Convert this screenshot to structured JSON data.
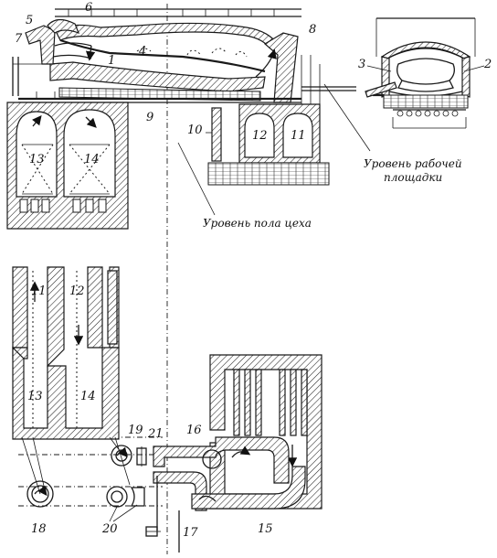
{
  "labels": {
    "n1": "1",
    "n2": "2",
    "n3": "3",
    "n4": "4",
    "n5": "5",
    "n6": "6",
    "n7": "7",
    "n8": "8",
    "n9": "9",
    "n10": "10",
    "n11": "11",
    "n12": "12",
    "n13": "13",
    "n14": "14",
    "p11": "11",
    "p12": "12",
    "p13": "13",
    "p14": "14",
    "n15": "15",
    "n16": "16",
    "n17": "17",
    "n18": "18",
    "n19": "19",
    "n20": "20",
    "n21": "21"
  },
  "captions": {
    "work_platform_line1": "Уровень рабочей",
    "work_platform_line2": "площадки",
    "shop_floor": "Уровень пола цеха"
  }
}
